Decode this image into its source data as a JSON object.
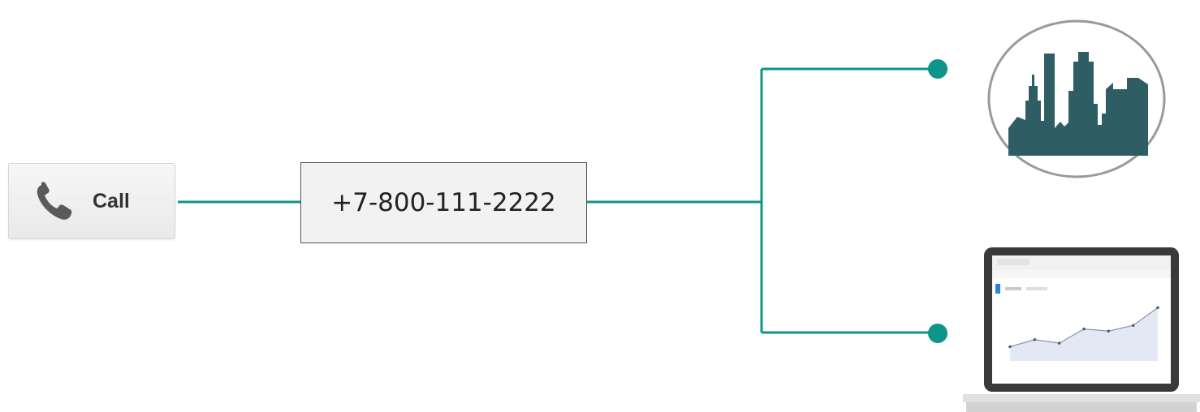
{
  "call_button": {
    "label": "Call",
    "icon": "phone-icon"
  },
  "phone_number": "+7-800-111-2222",
  "connector_color": "#0e9488",
  "destinations": [
    {
      "name": "business",
      "icon": "city-skyline-icon",
      "color": "#2e5d63"
    },
    {
      "name": "analytics",
      "icon": "laptop-analytics-icon"
    }
  ],
  "laptop_chart": {
    "type": "line",
    "values": [
      2,
      3,
      2.5,
      4.5,
      4.2,
      5,
      7.5
    ]
  }
}
